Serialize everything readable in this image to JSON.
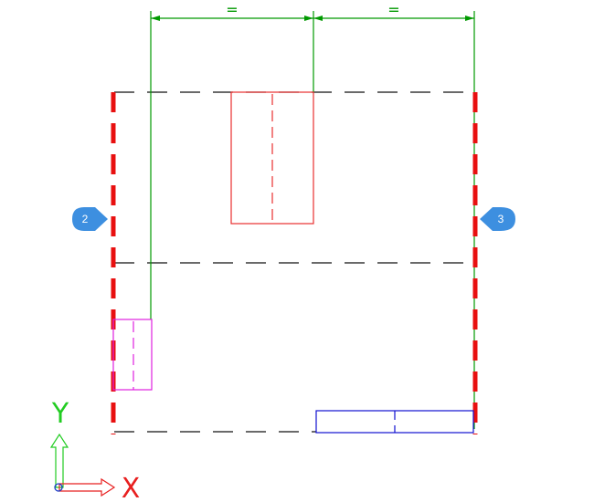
{
  "colors": {
    "background": "#ffffff",
    "dim_line": "#009900",
    "wall_line": "#e81010",
    "dashed_grid": "#111111",
    "window_red": "#e83030",
    "window_magenta": "#e020e0",
    "window_blue": "#1010d0",
    "bubble_fill": "#3d8fe0",
    "bubble_text": "#ffffff",
    "axis_y": "#22cc22",
    "axis_x": "#e82020",
    "ucs_origin": "#1a3cc8"
  },
  "dimensions": {
    "left_label": "=",
    "right_label": "="
  },
  "markers": {
    "left": "2",
    "right": "3"
  },
  "ucs": {
    "y_label": "Y",
    "x_label": "X"
  }
}
